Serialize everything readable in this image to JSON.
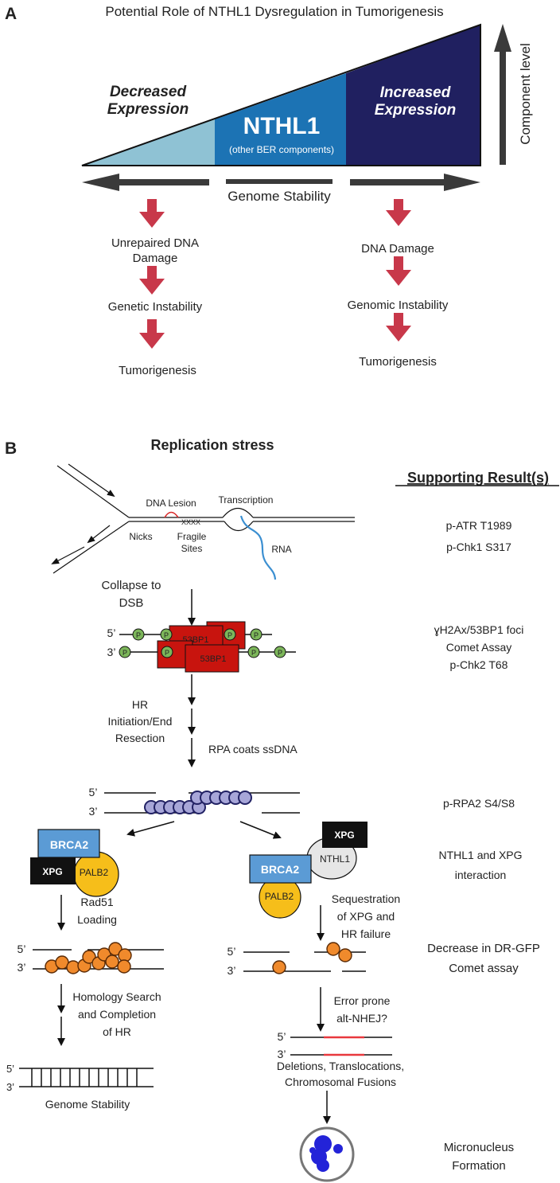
{
  "panelA": {
    "label": "A",
    "title": "Potential Role of NTHL1 Dysregulation in Tumorigenesis",
    "decreased": [
      "Decreased",
      "Expression"
    ],
    "increased": [
      "Increased",
      "Expression"
    ],
    "center": "NTHL1",
    "center_sub": "(other BER components)",
    "component_level": "Component level",
    "genome_stability": "Genome Stability",
    "left_chain": [
      "Unrepaired DNA",
      "Damage",
      "Genetic Instability",
      "Tumorigenesis"
    ],
    "right_chain": [
      "DNA Damage",
      "Genomic Instability",
      "Tumorigenesis"
    ],
    "colors": {
      "light": "#8fc2d4",
      "mid": "#1c73b4",
      "dark": "#202060",
      "arrow_red": "#c8384a",
      "arrow_grey": "#444444"
    }
  },
  "panelB": {
    "label": "B",
    "title": "Replication stress",
    "supporting_header": "Supporting Result(s)",
    "fork_labels": {
      "lesion": "DNA Lesion",
      "transcription": "Transcription",
      "nicks": "Nicks",
      "xxxx": "XXXX",
      "fragile": [
        "Fragile",
        "Sites"
      ],
      "rna": "RNA"
    },
    "steps": {
      "collapse": [
        "Collapse to",
        "DSB"
      ],
      "hr": [
        "HR",
        "Initiation/End",
        "Resection"
      ],
      "rpa": "RPA coats ssDNA",
      "rad51": [
        "Rad51",
        "Loading"
      ],
      "homology": [
        "Homology Search",
        "and Completion",
        "of HR"
      ],
      "genome_stability": "Genome Stability",
      "sequestration": [
        "Sequestration",
        "of XPG and",
        "HR failure"
      ],
      "error_prone": [
        "Error prone",
        "alt-NHEJ?"
      ],
      "deletions": [
        "Deletions, Translocations,",
        "Chromosomal Fusions"
      ]
    },
    "strand_ends": {
      "five": "5’",
      "three": "3’"
    },
    "proteins": {
      "p": "P",
      "bp53": "53BP1",
      "brca2": "BRCA2",
      "xpg": "XPG",
      "palb2": "PALB2",
      "nthl1": "NTHL1"
    },
    "results": [
      [
        "p-ATR T1989",
        "p-Chk1 S317"
      ],
      [
        "ɣH2Ax/53BP1 foci",
        "Comet Assay",
        "p-Chk2 T68"
      ],
      [
        "p-RPA2 S4/S8"
      ],
      [
        "NTHL1 and XPG",
        "interaction"
      ],
      [
        "Decrease in DR-GFP",
        "Comet assay"
      ],
      [
        "Micronucleus",
        "Formation"
      ]
    ],
    "colors": {
      "p_green": "#7cb65a",
      "bp53_red": "#c8140e",
      "rpa_purple": "#a7a6d8",
      "brca2_blue": "#5b9bd5",
      "palb2_yellow": "#f6be1a",
      "nthl1_grey": "#e6e6e6",
      "rad51_orange": "#f08a2c",
      "alt_red": "#e8383d",
      "micronucleus_blue": "#2323d8"
    }
  }
}
